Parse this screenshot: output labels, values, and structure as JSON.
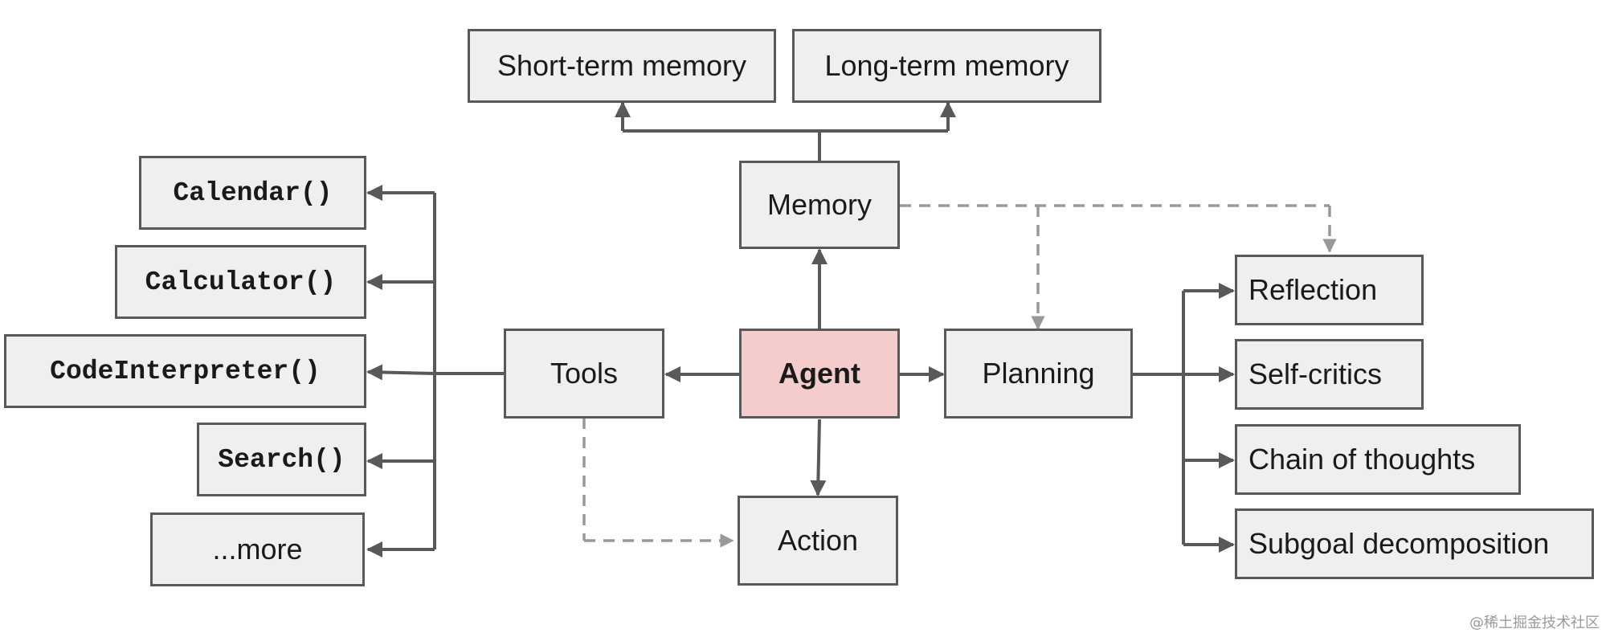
{
  "colors": {
    "box_fill": "#efefef",
    "box_border": "#595959",
    "agent_fill": "#f4cccc",
    "solid_line": "#595959",
    "dashed_line": "#999999"
  },
  "nodes": {
    "short_term_memory": "Short-term memory",
    "long_term_memory": "Long-term memory",
    "memory": "Memory",
    "agent": "Agent",
    "tools": "Tools",
    "planning": "Planning",
    "action": "Action",
    "calendar": "Calendar()",
    "calculator": "Calculator()",
    "code_interpreter": "CodeInterpreter()",
    "search": "Search()",
    "more": "...more",
    "reflection": "Reflection",
    "self_critics": "Self-critics",
    "chain_of_thoughts": "Chain of thoughts",
    "subgoal_decomposition": "Subgoal decomposition"
  },
  "watermark": "@稀土掘金技术社区"
}
